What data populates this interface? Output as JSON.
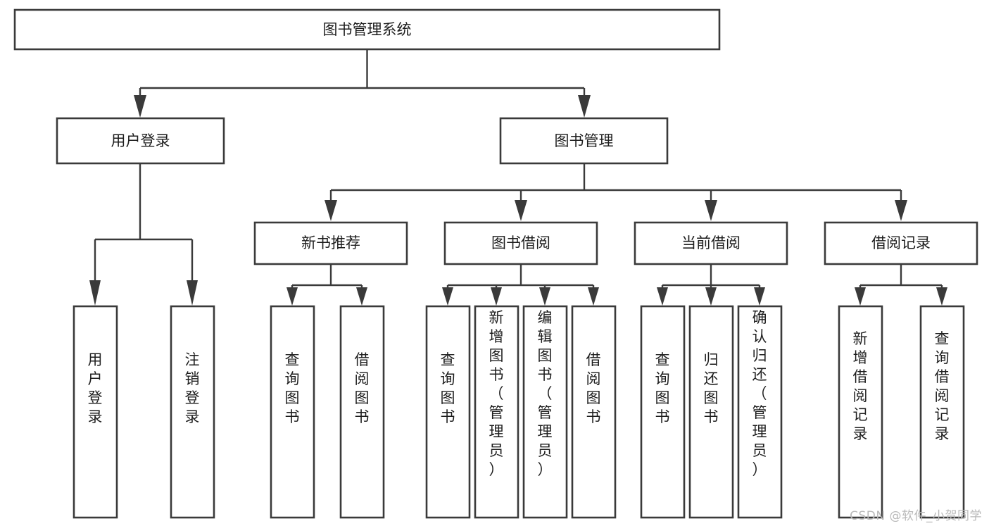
{
  "diagram": {
    "type": "tree",
    "title": "图书管理系统",
    "watermark": "CSDN @软件_小贺同学",
    "colors": {
      "box_stroke": "#3a3a3a",
      "box_fill": "#ffffff",
      "connector": "#3a3a3a",
      "label_text": "#1d1d1d",
      "watermark_text": "#b9b9b9",
      "background": "#ffffff"
    },
    "nodes": {
      "root": {
        "label": "图书管理系统",
        "level": 0,
        "orientation": "horizontal"
      },
      "l1": [
        {
          "id": "user-login",
          "label": "用户登录",
          "level": 1,
          "orientation": "horizontal"
        },
        {
          "id": "book-manage",
          "label": "图书管理",
          "level": 1,
          "orientation": "horizontal"
        }
      ],
      "l2": [
        {
          "id": "new-book-recommend",
          "label": "新书推荐",
          "level": 2,
          "orientation": "horizontal",
          "parent": "book-manage"
        },
        {
          "id": "book-borrow",
          "label": "图书借阅",
          "level": 2,
          "orientation": "horizontal",
          "parent": "book-manage"
        },
        {
          "id": "current-borrow",
          "label": "当前借阅",
          "level": 2,
          "orientation": "horizontal",
          "parent": "book-manage"
        },
        {
          "id": "borrow-record",
          "label": "借阅记录",
          "level": 2,
          "orientation": "horizontal",
          "parent": "book-manage"
        }
      ],
      "leaves": [
        {
          "id": "leaf-user-login",
          "label": "用户登录",
          "orientation": "vertical",
          "parent": "user-login"
        },
        {
          "id": "leaf-logout-login",
          "label": "注销登录",
          "orientation": "vertical",
          "parent": "user-login"
        },
        {
          "id": "leaf-query-book-1",
          "label": "查询图书",
          "orientation": "vertical",
          "parent": "new-book-recommend"
        },
        {
          "id": "leaf-borrow-book-1",
          "label": "借阅图书",
          "orientation": "vertical",
          "parent": "new-book-recommend"
        },
        {
          "id": "leaf-query-book-2",
          "label": "查询图书",
          "orientation": "vertical",
          "parent": "book-borrow"
        },
        {
          "id": "leaf-add-book",
          "label": "新增图书（管理员）",
          "orientation": "vertical",
          "parent": "book-borrow"
        },
        {
          "id": "leaf-edit-book",
          "label": "编辑图书（管理员）",
          "orientation": "vertical",
          "parent": "book-borrow"
        },
        {
          "id": "leaf-borrow-book-2",
          "label": "借阅图书",
          "orientation": "vertical",
          "parent": "book-borrow"
        },
        {
          "id": "leaf-query-book-3",
          "label": "查询图书",
          "orientation": "vertical",
          "parent": "current-borrow"
        },
        {
          "id": "leaf-return-book",
          "label": "归还图书",
          "orientation": "vertical",
          "parent": "current-borrow"
        },
        {
          "id": "leaf-confirm-return",
          "label": "确认归还（管理员）",
          "orientation": "vertical",
          "parent": "current-borrow"
        },
        {
          "id": "leaf-add-record",
          "label": "新增借阅记录",
          "orientation": "vertical",
          "parent": "borrow-record"
        },
        {
          "id": "leaf-query-record",
          "label": "查询借阅记录",
          "orientation": "vertical",
          "parent": "borrow-record"
        }
      ]
    }
  }
}
